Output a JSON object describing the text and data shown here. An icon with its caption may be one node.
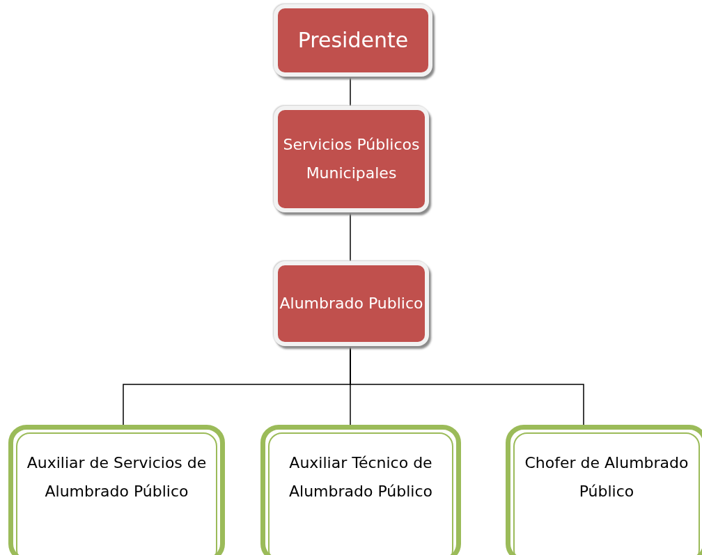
{
  "diagram": {
    "nodes": [
      {
        "text": [
          "Presidente"
        ]
      },
      {
        "text": [
          "Servicios Públicos Municipales"
        ]
      },
      {
        "text": [
          "Alumbrado Publico"
        ]
      },
      {
        "text": [
          "Auxiliar de Servicios de Alumbrado Público"
        ]
      },
      {
        "text": [
          "Auxiliar Técnico de Alumbrado Público"
        ]
      },
      {
        "text": [
          "Chofer de Alumbrado Público"
        ]
      }
    ],
    "edges": [
      {
        "from": 0,
        "to": 1,
        "arrow": "none"
      },
      {
        "from": 1,
        "to": 2,
        "arrow": "none"
      },
      {
        "from": 2,
        "to": 3,
        "arrow": "none"
      },
      {
        "from": 2,
        "to": 4,
        "arrow": "none"
      },
      {
        "from": 2,
        "to": 5,
        "arrow": "none"
      }
    ]
  }
}
